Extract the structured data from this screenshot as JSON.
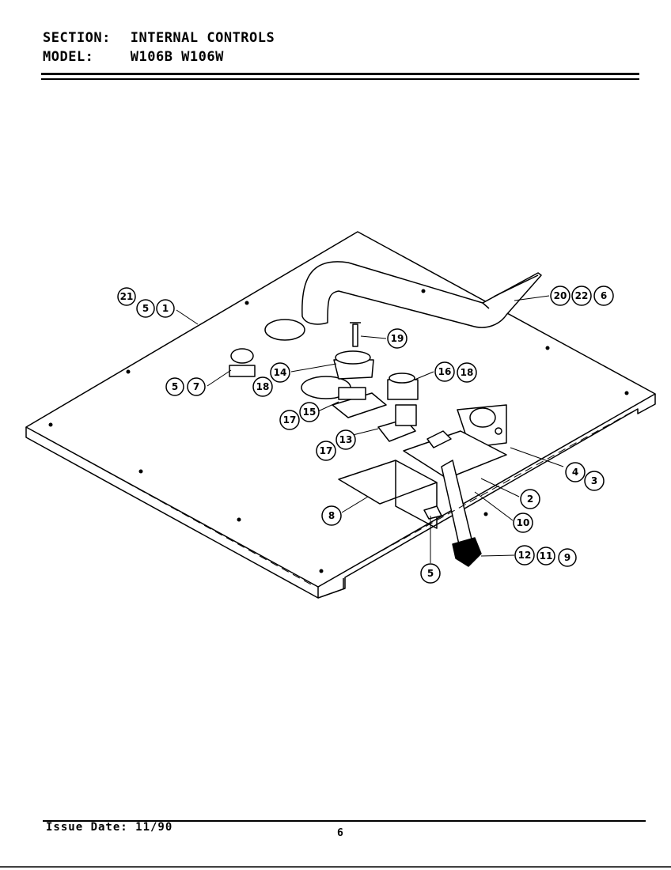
{
  "header": {
    "section_label": "SECTION:",
    "section_value": "INTERNAL CONTROLS",
    "model_label": "MODEL:",
    "model_value": "W106B  W106W"
  },
  "callouts": [
    "21",
    "5",
    "1",
    "20",
    "22",
    "6",
    "19",
    "5",
    "7",
    "14",
    "18",
    "16",
    "18",
    "17",
    "15",
    "17",
    "13",
    "4",
    "3",
    "8",
    "2",
    "10",
    "5",
    "12",
    "11",
    "9"
  ],
  "footer": {
    "issue_date": "Issue Date: 11/90",
    "page_number": "6"
  }
}
